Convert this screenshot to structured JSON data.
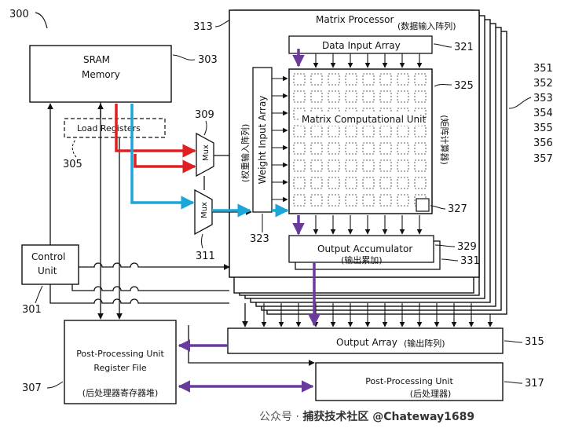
{
  "figure_number": "300",
  "sram": {
    "line1": "SRAM",
    "line2": "Memory",
    "ref": "303"
  },
  "load_registers": {
    "label": "Load Registers",
    "ref": "305"
  },
  "mux_top": {
    "label": "Mux",
    "ref": "309"
  },
  "mux_bottom": {
    "label": "Mux",
    "ref": "311"
  },
  "control_unit": {
    "line1": "Control",
    "line2": "Unit",
    "ref": "301"
  },
  "matrix_processor": {
    "label": "Matrix Processor",
    "label_cn": "(数据输入阵列)",
    "ref": "313"
  },
  "data_input_array": {
    "label": "Data Input Array",
    "ref": "321"
  },
  "weight_input_array": {
    "label": "Weight Input Array",
    "label_cn": "(权重输入阵列)",
    "ref": "323"
  },
  "matrix_computational_unit": {
    "label": "Matrix Computational Unit",
    "label_cn": "(矩阵计算器)",
    "ref": "325",
    "cell_ref": "327"
  },
  "output_accumulator": {
    "label": "Output Accumulator",
    "label_cn": "(输出累加)",
    "ref1": "329",
    "ref2": "331"
  },
  "stack_refs": [
    "351",
    "352",
    "353",
    "354",
    "355",
    "356",
    "357"
  ],
  "output_array": {
    "label": "Output Array",
    "label_cn": "(输出阵列)",
    "ref": "315"
  },
  "post_processing_register_file": {
    "line1": "Post-Processing Unit",
    "line2": "Register File",
    "label_cn": "(后处理器寄存器堆)",
    "ref": "307"
  },
  "post_processing_unit": {
    "label": "Post-Processing Unit",
    "label_cn": "(后处理器)",
    "ref": "317"
  },
  "watermark": {
    "prefix": "公众号 · ",
    "name": "捕获技术社区 @Chateway1689"
  },
  "colors": {
    "red": "#e02020",
    "cyan": "#1aa7d8",
    "purple": "#6a3b9c",
    "line": "#111111"
  }
}
